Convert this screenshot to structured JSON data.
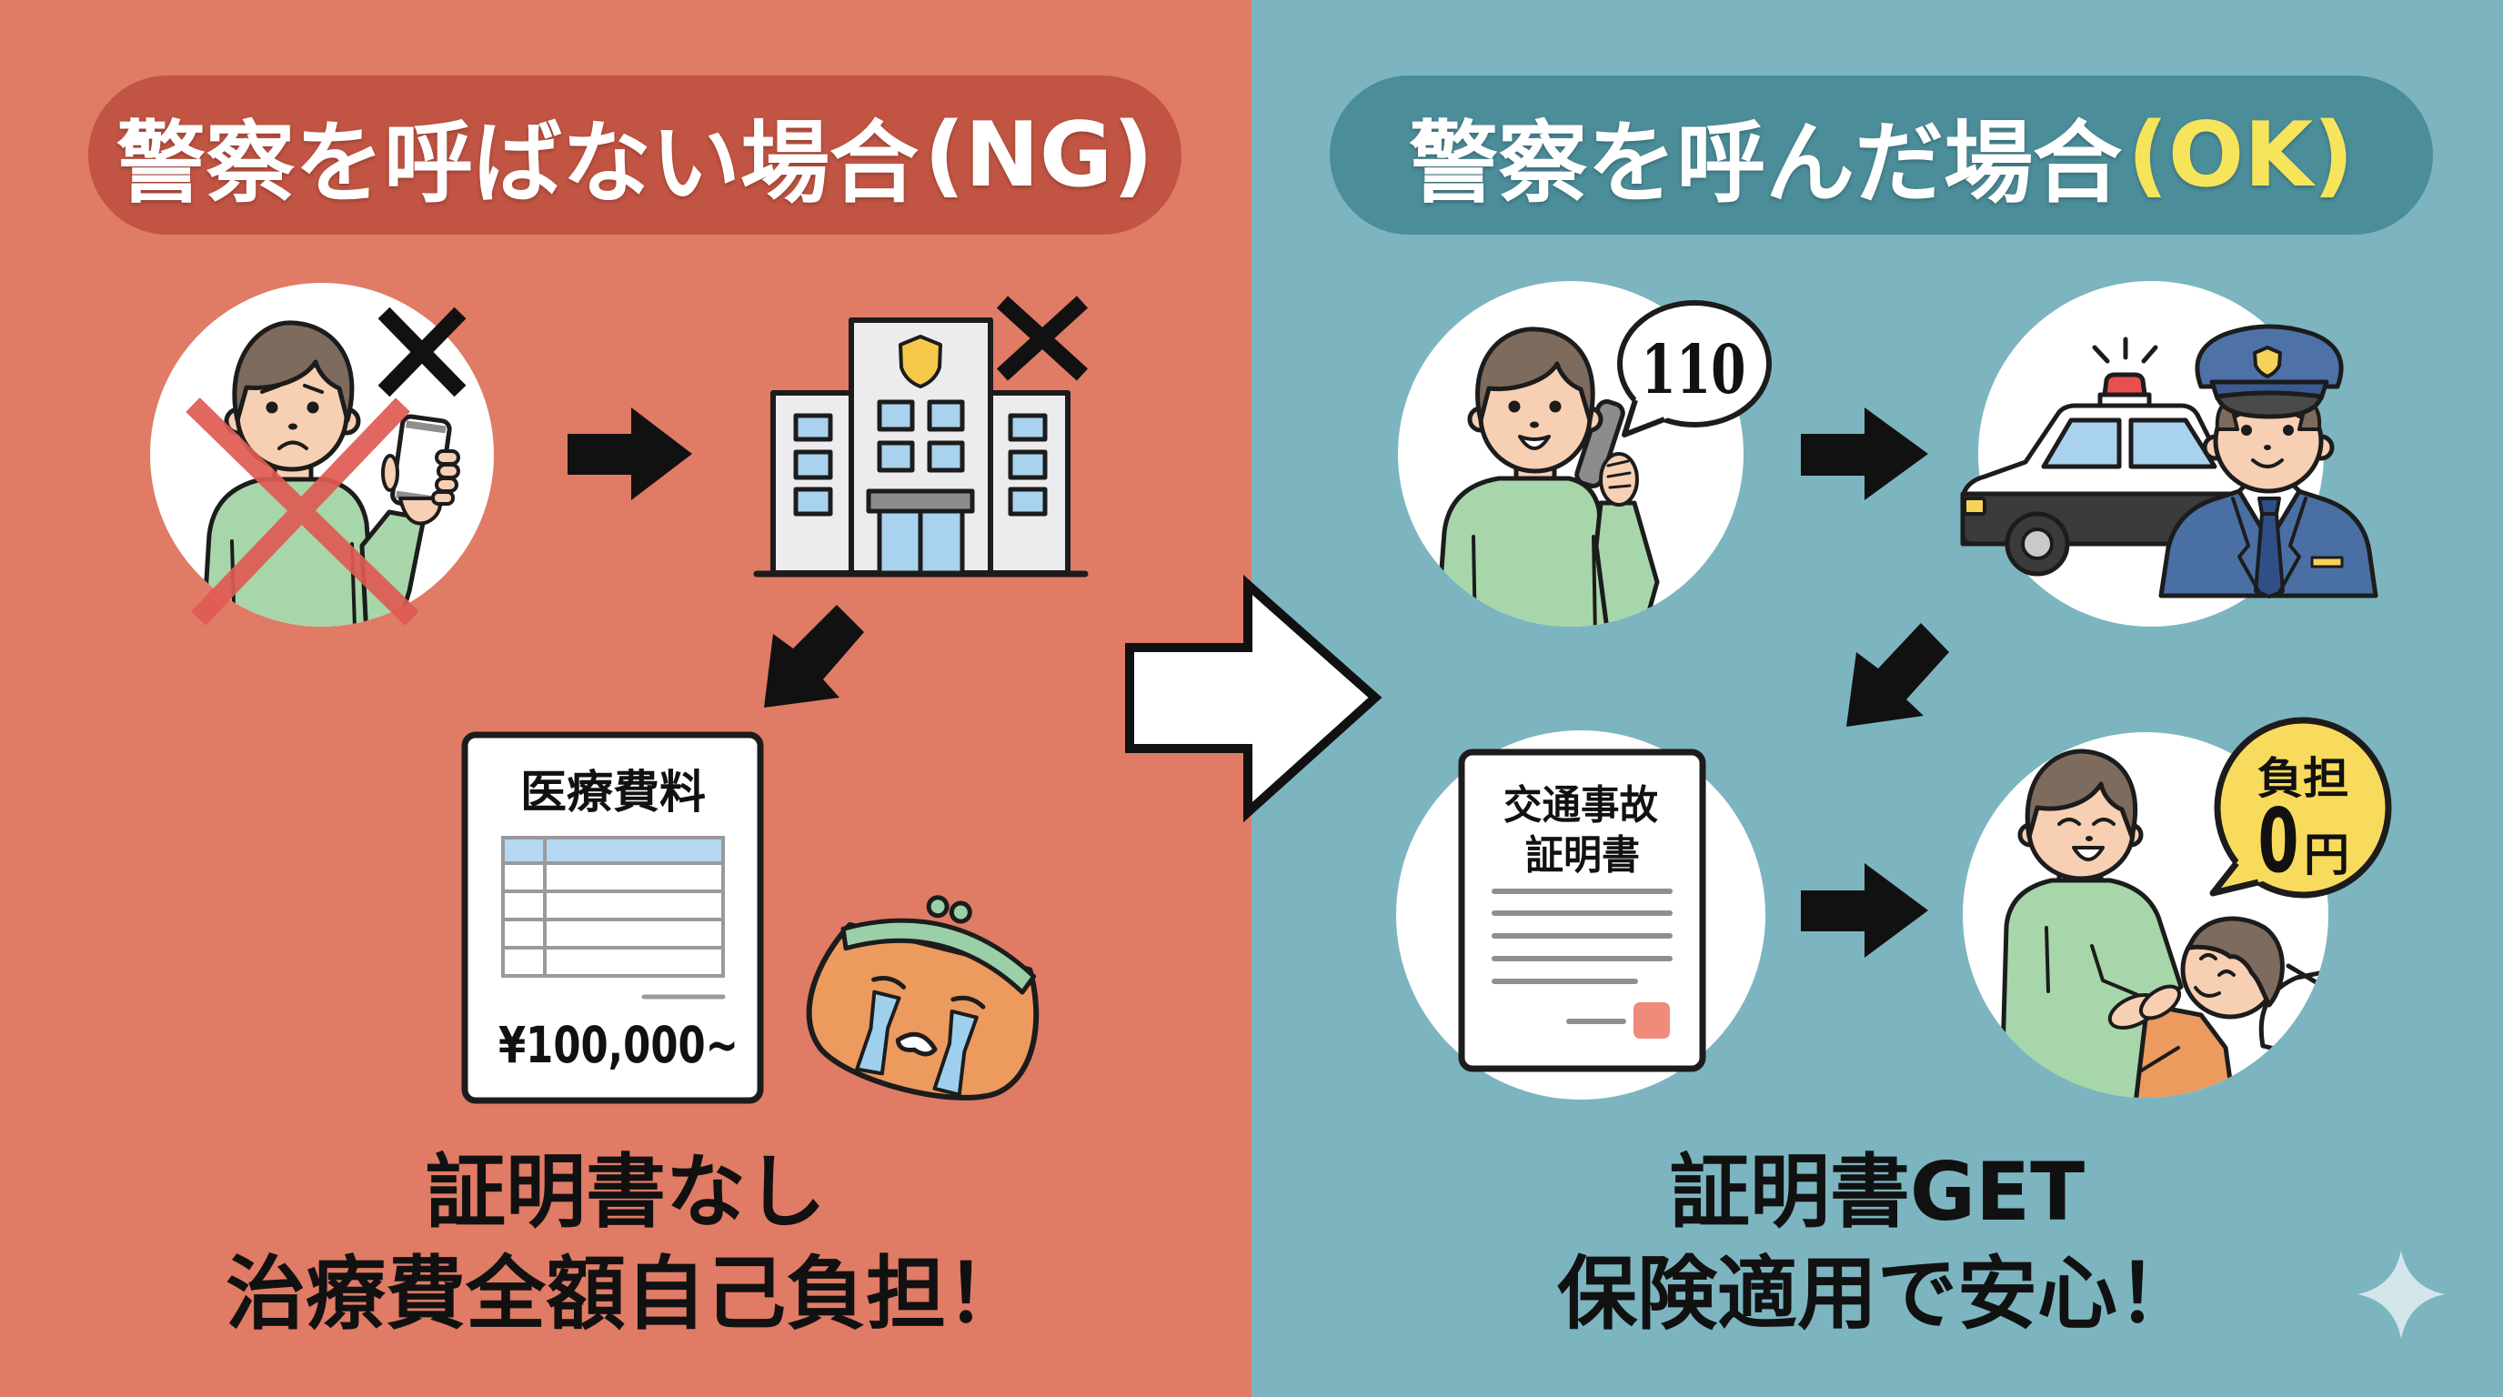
{
  "left_panel": {
    "header": {
      "title": "警察を呼ばない場合",
      "tag": "(NG)"
    },
    "colors": {
      "background": "#E07B66",
      "header_pill": "#C25443",
      "header_text": "#FFFFFF",
      "prohibit_cross": "#DF5B53"
    },
    "flow": [
      {
        "step": 1,
        "icon": "worried-person-with-smartphone-icon",
        "status": "crossed-out"
      },
      {
        "step": 2,
        "icon": "police-station-icon",
        "status": "crossed-out"
      },
      {
        "step": 3,
        "icon": "medical-bill-icon"
      },
      {
        "step": 4,
        "icon": "crying-coin-purse-icon"
      }
    ],
    "medical_bill": {
      "title": "医療費料",
      "amount": "¥100,000~"
    },
    "summary": {
      "line1": "証明書なし",
      "line2": "治療費全額自己負担！"
    }
  },
  "transition": {
    "icon": "big-right-arrow-icon"
  },
  "right_panel": {
    "header": {
      "title": "警察を呼んだ場合",
      "tag": "(OK)"
    },
    "colors": {
      "background": "#7CB5C0",
      "header_pill": "#4B8D99",
      "header_text": "#FFFFFF",
      "tag_text": "#F6E45B",
      "cost_bubble": "#F8DB5C",
      "stamp": "#F08A7A"
    },
    "flow": [
      {
        "step": 1,
        "icon": "person-calling-icon"
      },
      {
        "step": 2,
        "icon": "police-car-and-officer-icon"
      },
      {
        "step": 3,
        "icon": "accident-certificate-icon"
      },
      {
        "step": 4,
        "icon": "caregiver-and-patient-icon"
      }
    ],
    "call_bubble": {
      "text": "110"
    },
    "certificate": {
      "title_line1": "交通事故",
      "title_line2": "証明書"
    },
    "cost_bubble": {
      "label": "負担",
      "amount": "0",
      "unit": "円"
    },
    "summary": {
      "line1": "証明書GET",
      "line2": "保険適用で安心！"
    }
  },
  "decorations": {
    "corner_icon": "sparkle-icon"
  }
}
